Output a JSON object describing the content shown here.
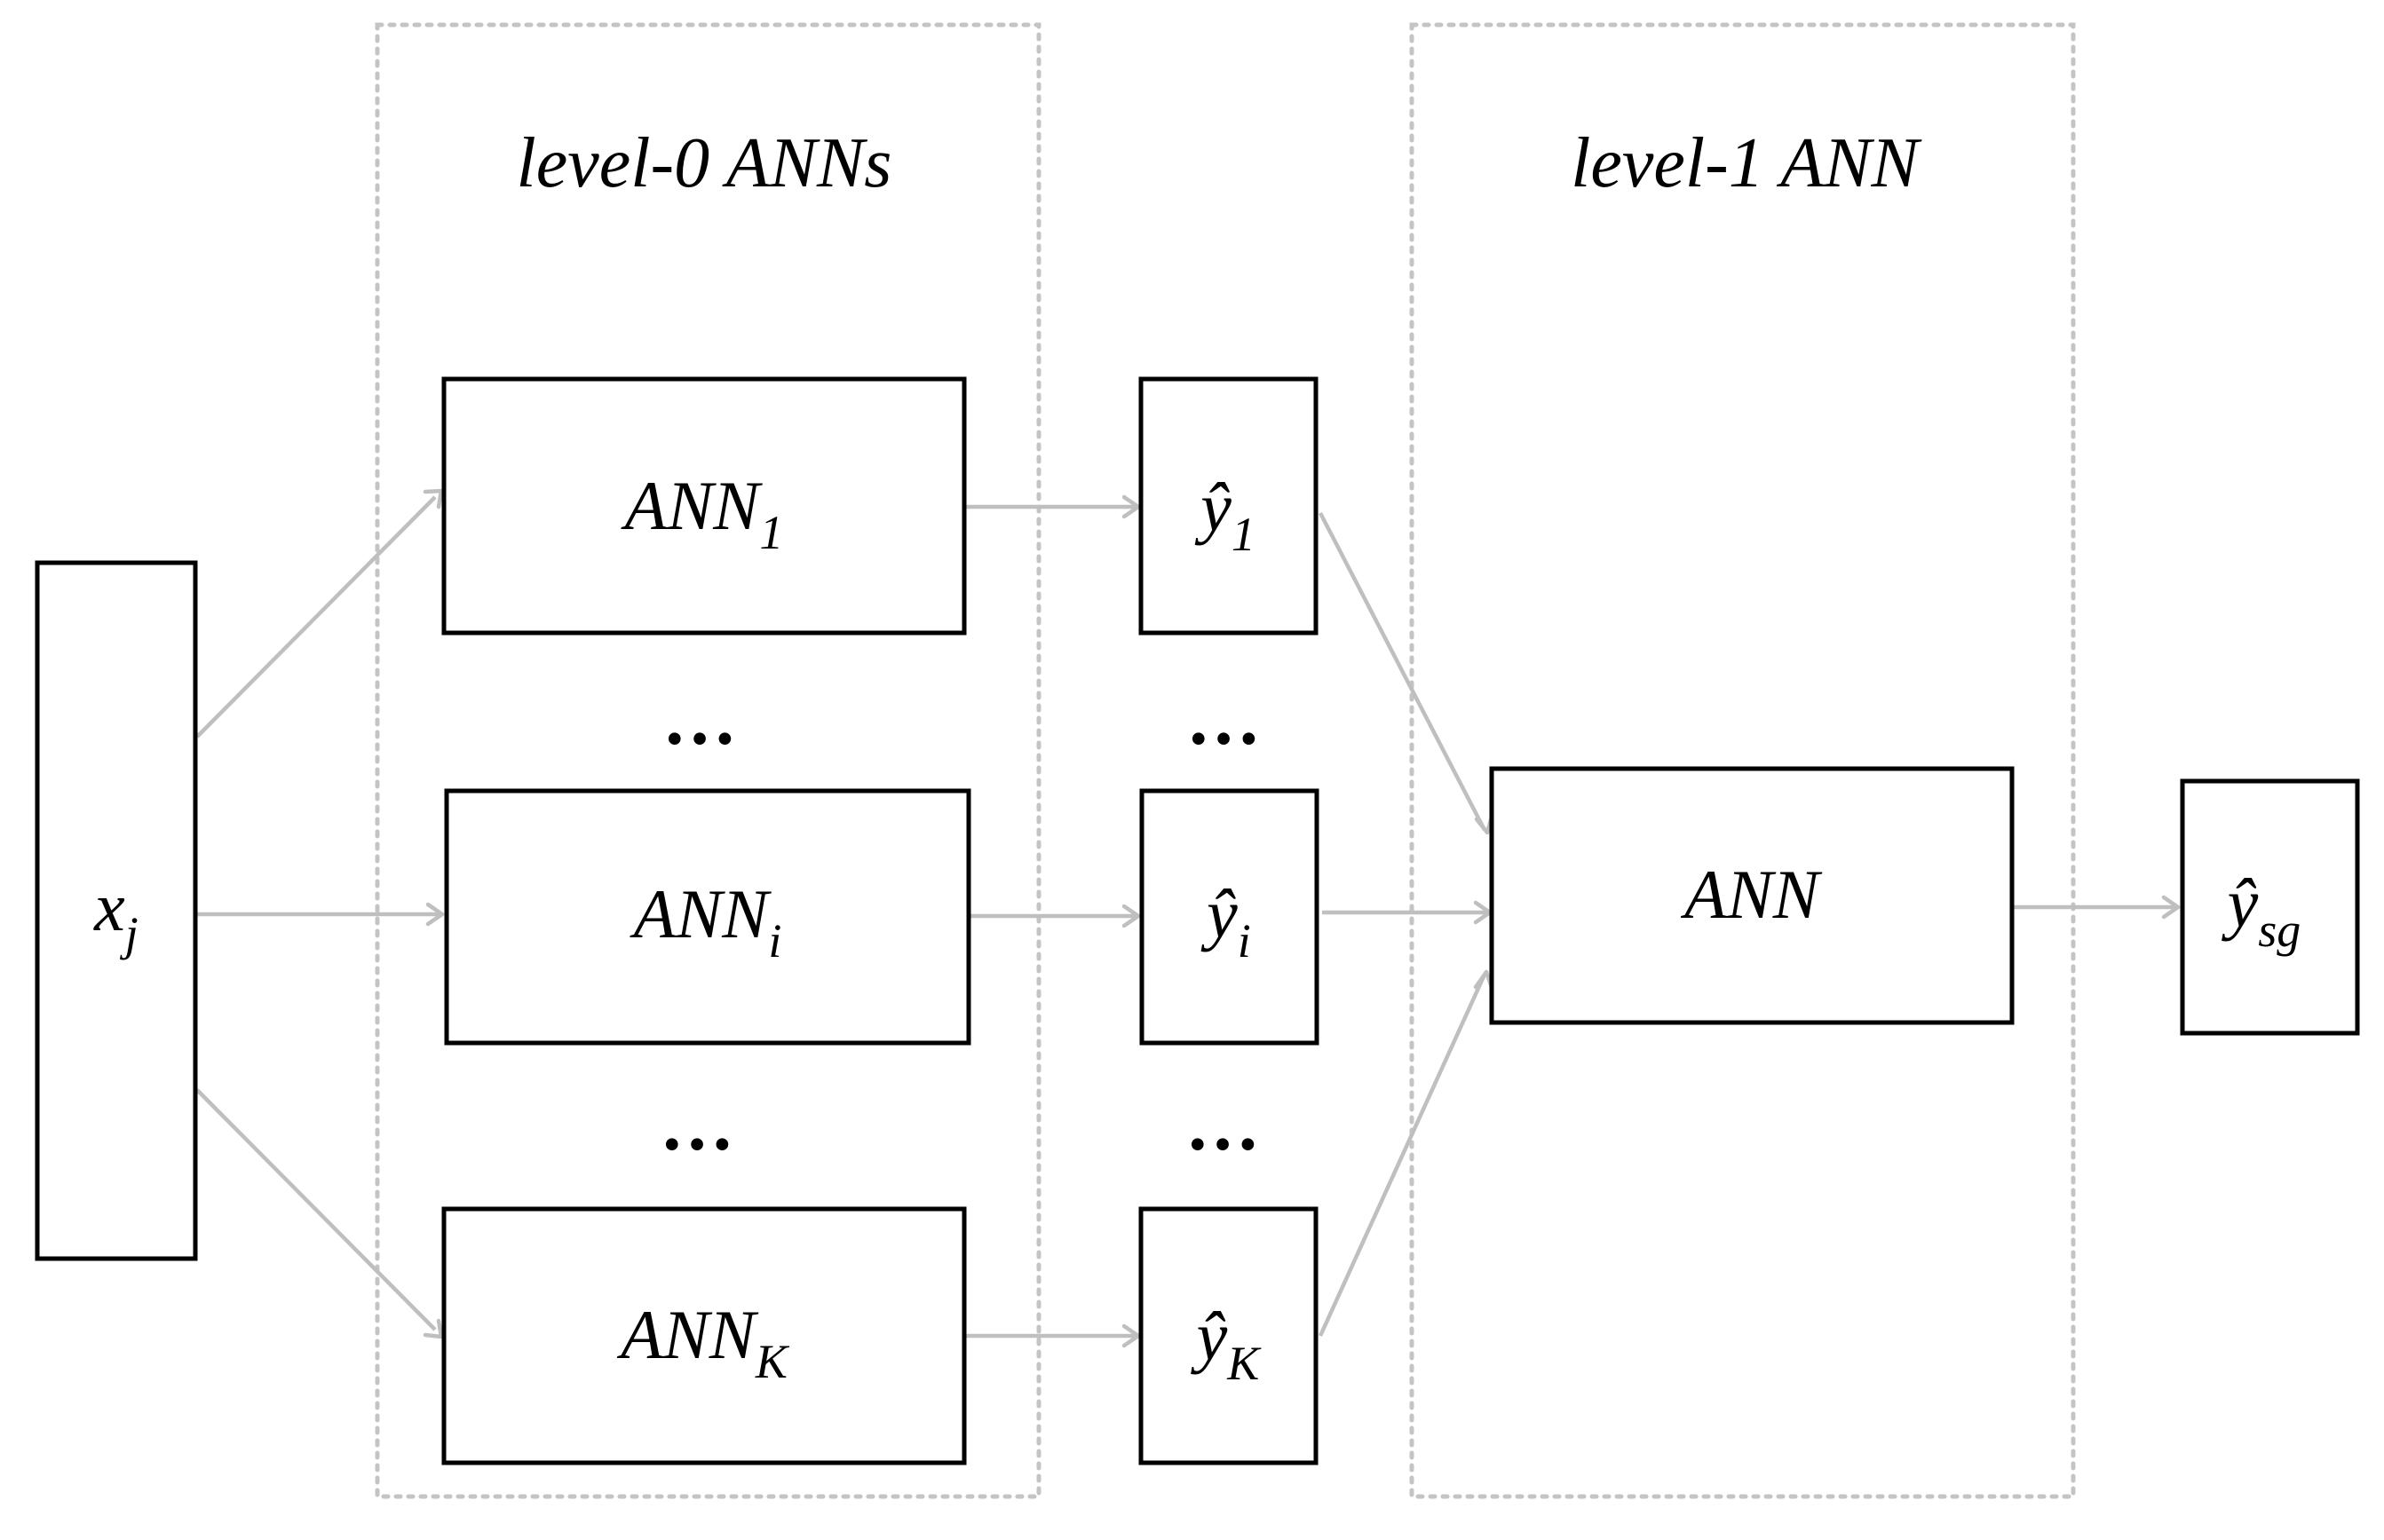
{
  "groups": {
    "level0": {
      "title": "level-0 ANNs"
    },
    "level1": {
      "title": "level-1 ANN"
    }
  },
  "input": {
    "base": "x",
    "sub": "j"
  },
  "base_models": [
    {
      "base": "ANN",
      "sub": "1"
    },
    {
      "base": "ANN",
      "sub": "i"
    },
    {
      "base": "ANN",
      "sub": "K"
    }
  ],
  "predictions": [
    {
      "base": "ŷ",
      "sub": "1"
    },
    {
      "base": "ŷ",
      "sub": "i"
    },
    {
      "base": "ŷ",
      "sub": "K"
    }
  ],
  "meta_model": {
    "label": "ANN"
  },
  "output": {
    "base": "ŷ",
    "sub": "sg"
  },
  "ellipsis": "…",
  "colors": {
    "edge": "#bfbfbf",
    "frame": "#c4c4c4",
    "box_stroke": "#000000",
    "text": "#000000"
  }
}
